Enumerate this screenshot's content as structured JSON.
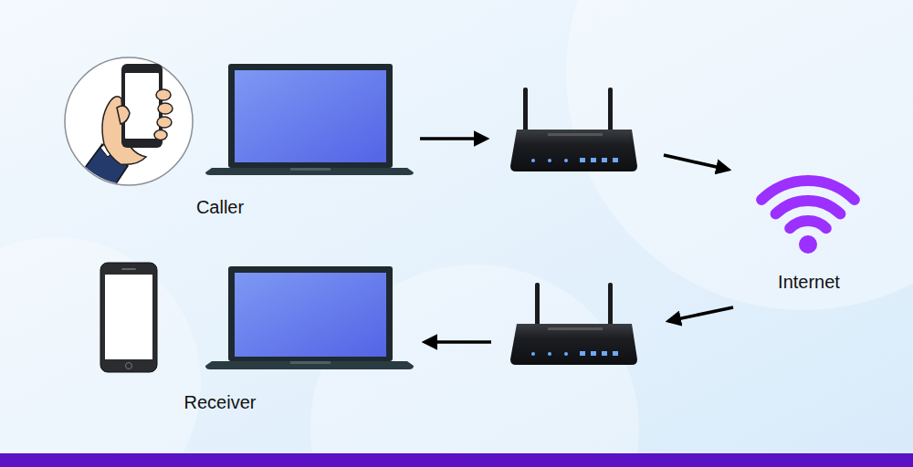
{
  "diagram": {
    "nodes": [
      {
        "text": [
          "Caller"
        ]
      },
      {
        "text": [
          "Internet"
        ]
      },
      {
        "text": [
          "Receiver"
        ]
      }
    ]
  }
}
